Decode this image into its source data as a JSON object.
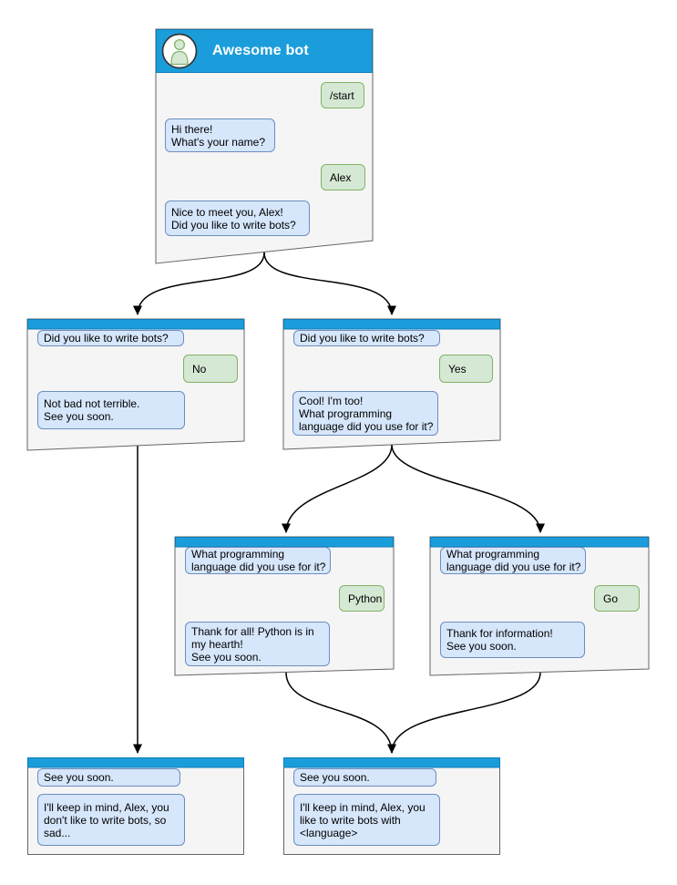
{
  "colors": {
    "header_blue": "#1B9DDB",
    "header_stroke": "#0F7CB8",
    "window_fill": "#F5F5F5",
    "window_border": "#666666",
    "bot_bubble_fill": "#D6E6FB",
    "bot_bubble_border": "#6C8EBF",
    "user_bubble_fill": "#D5E8D4",
    "user_bubble_border": "#82B366",
    "edge_color": "#000000",
    "avatar_fill": "#FFFFFF",
    "avatar_stroke": "#333333",
    "person_fill": "#D5E8D4",
    "person_stroke": "#82B366"
  },
  "root_window": {
    "title": "Awesome bot",
    "messages": [
      {
        "from": "user",
        "text": "/start"
      },
      {
        "from": "bot",
        "text": "Hi there!\nWhat's your name?"
      },
      {
        "from": "user",
        "text": "Alex"
      },
      {
        "from": "bot",
        "text": "Nice to meet you, Alex!\nDid you like to write bots?"
      }
    ]
  },
  "branch_no_window": {
    "messages": [
      {
        "from": "bot",
        "text": "Did you like to write bots?"
      },
      {
        "from": "user",
        "text": "No"
      },
      {
        "from": "bot",
        "text": "Not bad not terrible.\nSee you soon."
      }
    ]
  },
  "branch_yes_window": {
    "messages": [
      {
        "from": "bot",
        "text": "Did you like to write bots?"
      },
      {
        "from": "user",
        "text": "Yes"
      },
      {
        "from": "bot",
        "text": "Cool! I'm too!\nWhat programming\nlanguage did you use for it?"
      }
    ]
  },
  "python_window": {
    "messages": [
      {
        "from": "bot",
        "text": "What programming\nlanguage did you use for it?"
      },
      {
        "from": "user",
        "text": "Python"
      },
      {
        "from": "bot",
        "text": "Thank for all! Python is in\nmy hearth!\nSee you soon."
      }
    ]
  },
  "go_window": {
    "messages": [
      {
        "from": "bot",
        "text": "What programming\nlanguage did you use for it?"
      },
      {
        "from": "user",
        "text": "Go"
      },
      {
        "from": "bot",
        "text": "Thank for information!\nSee you soon."
      }
    ]
  },
  "end_no_window": {
    "messages": [
      {
        "from": "bot",
        "text": "See you soon."
      },
      {
        "from": "bot",
        "text": "I'll keep in mind, Alex, you\ndon't like to write bots, so\nsad..."
      }
    ]
  },
  "end_language_window": {
    "messages": [
      {
        "from": "bot",
        "text": "See you soon."
      },
      {
        "from": "bot",
        "text": "I'll keep in mind, Alex, you\nlike to write bots with\n<language>"
      }
    ]
  }
}
